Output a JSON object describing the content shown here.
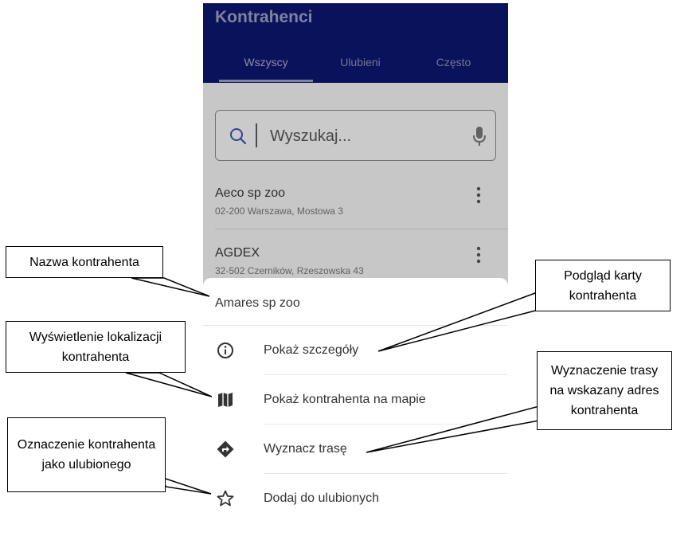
{
  "app": {
    "title": "Kontrahenci",
    "tabs": [
      {
        "label": "Wszyscy",
        "active": true
      },
      {
        "label": "Ulubieni",
        "active": false
      },
      {
        "label": "Często",
        "active": false
      }
    ]
  },
  "search": {
    "placeholder": "Wyszukaj..."
  },
  "contractors": [
    {
      "name": "Aeco sp zoo",
      "address": "02-200 Warszawa, Mostowa 3"
    },
    {
      "name": "AGDEX",
      "address": "32-502 Czerników, Rzeszowska 43"
    }
  ],
  "sheet": {
    "title": "Amares sp zoo",
    "actions": [
      {
        "label": "Pokaż szczegóły",
        "icon": "info-icon"
      },
      {
        "label": "Pokaż kontrahenta na mapie",
        "icon": "map-icon"
      },
      {
        "label": "Wyznacz trasę",
        "icon": "directions-icon"
      },
      {
        "label": "Dodaj do ulubionych",
        "icon": "star-outline-icon"
      }
    ]
  },
  "callouts": {
    "name": "Nazwa kontrahenta",
    "location": "Wyświetlenie lokalizacji kontrahenta",
    "favorite": "Oznaczenie kontrahenta jako ulubionego",
    "details": "Podgląd karty kontrahenta",
    "route": "Wyznaczenie trasy na wskazany adres kontrahenta"
  },
  "colors": {
    "appbar": "#0d1770",
    "accent": "#1a237e"
  }
}
